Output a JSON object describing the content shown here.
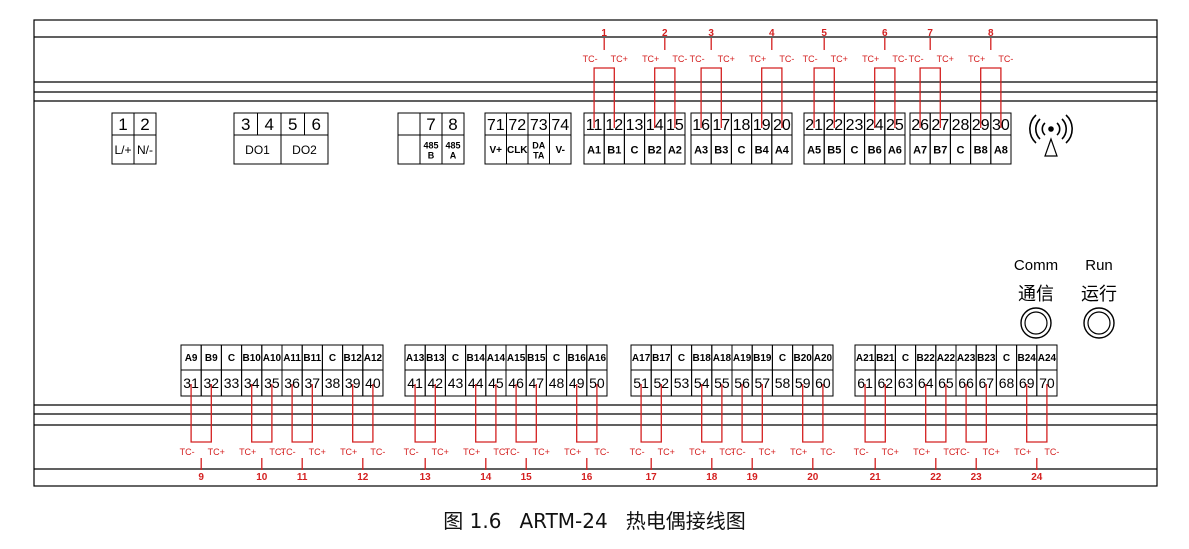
{
  "power_block": {
    "terminals": [
      {
        "num": "1",
        "label": "L/+"
      },
      {
        "num": "2",
        "label": "N/-"
      }
    ]
  },
  "do_block": {
    "terminals": [
      "3",
      "4",
      "5",
      "6"
    ],
    "labels": [
      "DO1",
      "DO2"
    ]
  },
  "rs485_block": {
    "terminals": [
      {
        "num": "",
        "label": ""
      },
      {
        "num": "7",
        "label": "485 B"
      },
      {
        "num": "8",
        "label": "485 A"
      }
    ]
  },
  "bus_block": {
    "terminals": [
      {
        "num": "71",
        "label": "V+"
      },
      {
        "num": "72",
        "label": "CLK"
      },
      {
        "num": "73",
        "label": "DA TA"
      },
      {
        "num": "74",
        "label": "V-"
      }
    ]
  },
  "top_terminals": [
    {
      "num": "11",
      "label": "A1"
    },
    {
      "num": "12",
      "label": "B1"
    },
    {
      "num": "13",
      "label": "C"
    },
    {
      "num": "14",
      "label": "B2"
    },
    {
      "num": "15",
      "label": "A2"
    },
    {
      "num": "16",
      "label": "A3"
    },
    {
      "num": "17",
      "label": "B3"
    },
    {
      "num": "18",
      "label": "C"
    },
    {
      "num": "19",
      "label": "B4"
    },
    {
      "num": "20",
      "label": "A4"
    },
    {
      "num": "21",
      "label": "A5"
    },
    {
      "num": "22",
      "label": "B5"
    },
    {
      "num": "23",
      "label": "C"
    },
    {
      "num": "24",
      "label": "B6"
    },
    {
      "num": "25",
      "label": "A6"
    },
    {
      "num": "26",
      "label": "A7"
    },
    {
      "num": "27",
      "label": "B7"
    },
    {
      "num": "28",
      "label": "C"
    },
    {
      "num": "29",
      "label": "B8"
    },
    {
      "num": "30",
      "label": "A8"
    }
  ],
  "bottom_terminals": [
    {
      "num": "31",
      "label": "A9"
    },
    {
      "num": "32",
      "label": "B9"
    },
    {
      "num": "33",
      "label": "C"
    },
    {
      "num": "34",
      "label": "B10"
    },
    {
      "num": "35",
      "label": "A10"
    },
    {
      "num": "36",
      "label": "A11"
    },
    {
      "num": "37",
      "label": "B11"
    },
    {
      "num": "38",
      "label": "C"
    },
    {
      "num": "39",
      "label": "B12"
    },
    {
      "num": "40",
      "label": "A12"
    },
    {
      "num": "41",
      "label": "A13"
    },
    {
      "num": "42",
      "label": "B13"
    },
    {
      "num": "43",
      "label": "C"
    },
    {
      "num": "44",
      "label": "B14"
    },
    {
      "num": "45",
      "label": "A14"
    },
    {
      "num": "46",
      "label": "A15"
    },
    {
      "num": "47",
      "label": "B15"
    },
    {
      "num": "48",
      "label": "C"
    },
    {
      "num": "49",
      "label": "B16"
    },
    {
      "num": "50",
      "label": "A16"
    },
    {
      "num": "51",
      "label": "A17"
    },
    {
      "num": "52",
      "label": "B17"
    },
    {
      "num": "53",
      "label": "C"
    },
    {
      "num": "54",
      "label": "B18"
    },
    {
      "num": "55",
      "label": "A18"
    },
    {
      "num": "56",
      "label": "A19"
    },
    {
      "num": "57",
      "label": "B19"
    },
    {
      "num": "58",
      "label": "C"
    },
    {
      "num": "59",
      "label": "B20"
    },
    {
      "num": "60",
      "label": "A20"
    },
    {
      "num": "61",
      "label": "A21"
    },
    {
      "num": "62",
      "label": "B21"
    },
    {
      "num": "63",
      "label": "C"
    },
    {
      "num": "64",
      "label": "B22"
    },
    {
      "num": "65",
      "label": "A22"
    },
    {
      "num": "66",
      "label": "A23"
    },
    {
      "num": "67",
      "label": "B23"
    },
    {
      "num": "68",
      "label": "C"
    },
    {
      "num": "69",
      "label": "B24"
    },
    {
      "num": "70",
      "label": "A24"
    }
  ],
  "top_channels": [
    {
      "num": "1",
      "left": "TC-",
      "right": "TC+"
    },
    {
      "num": "2",
      "left": "TC+",
      "right": "TC-"
    },
    {
      "num": "3",
      "left": "TC-",
      "right": "TC+"
    },
    {
      "num": "4",
      "left": "TC+",
      "right": "TC-"
    },
    {
      "num": "5",
      "left": "TC-",
      "right": "TC+"
    },
    {
      "num": "6",
      "left": "TC+",
      "right": "TC-"
    },
    {
      "num": "7",
      "left": "TC-",
      "right": "TC+"
    },
    {
      "num": "8",
      "left": "TC+",
      "right": "TC-"
    }
  ],
  "bottom_channels": [
    {
      "num": "9",
      "left": "TC-",
      "right": "TC+"
    },
    {
      "num": "10",
      "left": "TC+",
      "right": "TC-"
    },
    {
      "num": "11",
      "left": "TC-",
      "right": "TC+"
    },
    {
      "num": "12",
      "left": "TC+",
      "right": "TC-"
    },
    {
      "num": "13",
      "left": "TC-",
      "right": "TC+"
    },
    {
      "num": "14",
      "left": "TC+",
      "right": "TC-"
    },
    {
      "num": "15",
      "left": "TC-",
      "right": "TC+"
    },
    {
      "num": "16",
      "left": "TC+",
      "right": "TC-"
    },
    {
      "num": "17",
      "left": "TC-",
      "right": "TC+"
    },
    {
      "num": "18",
      "left": "TC+",
      "right": "TC-"
    },
    {
      "num": "19",
      "left": "TC-",
      "right": "TC+"
    },
    {
      "num": "20",
      "left": "TC+",
      "right": "TC-"
    },
    {
      "num": "21",
      "left": "TC-",
      "right": "TC+"
    },
    {
      "num": "22",
      "left": "TC+",
      "right": "TC-"
    },
    {
      "num": "23",
      "left": "TC-",
      "right": "TC+"
    },
    {
      "num": "24",
      "left": "TC+",
      "right": "TC-"
    }
  ],
  "indicators": [
    {
      "en": "Comm",
      "zh": "通信"
    },
    {
      "en": "Run",
      "zh": "运行"
    }
  ],
  "wireless_icon": "wireless-antenna-icon",
  "caption": {
    "fig": "图 1.6",
    "model": "ARTM-24",
    "title": "热电偶接线图"
  },
  "colors": {
    "wire": "#d42020",
    "line": "#000000"
  }
}
